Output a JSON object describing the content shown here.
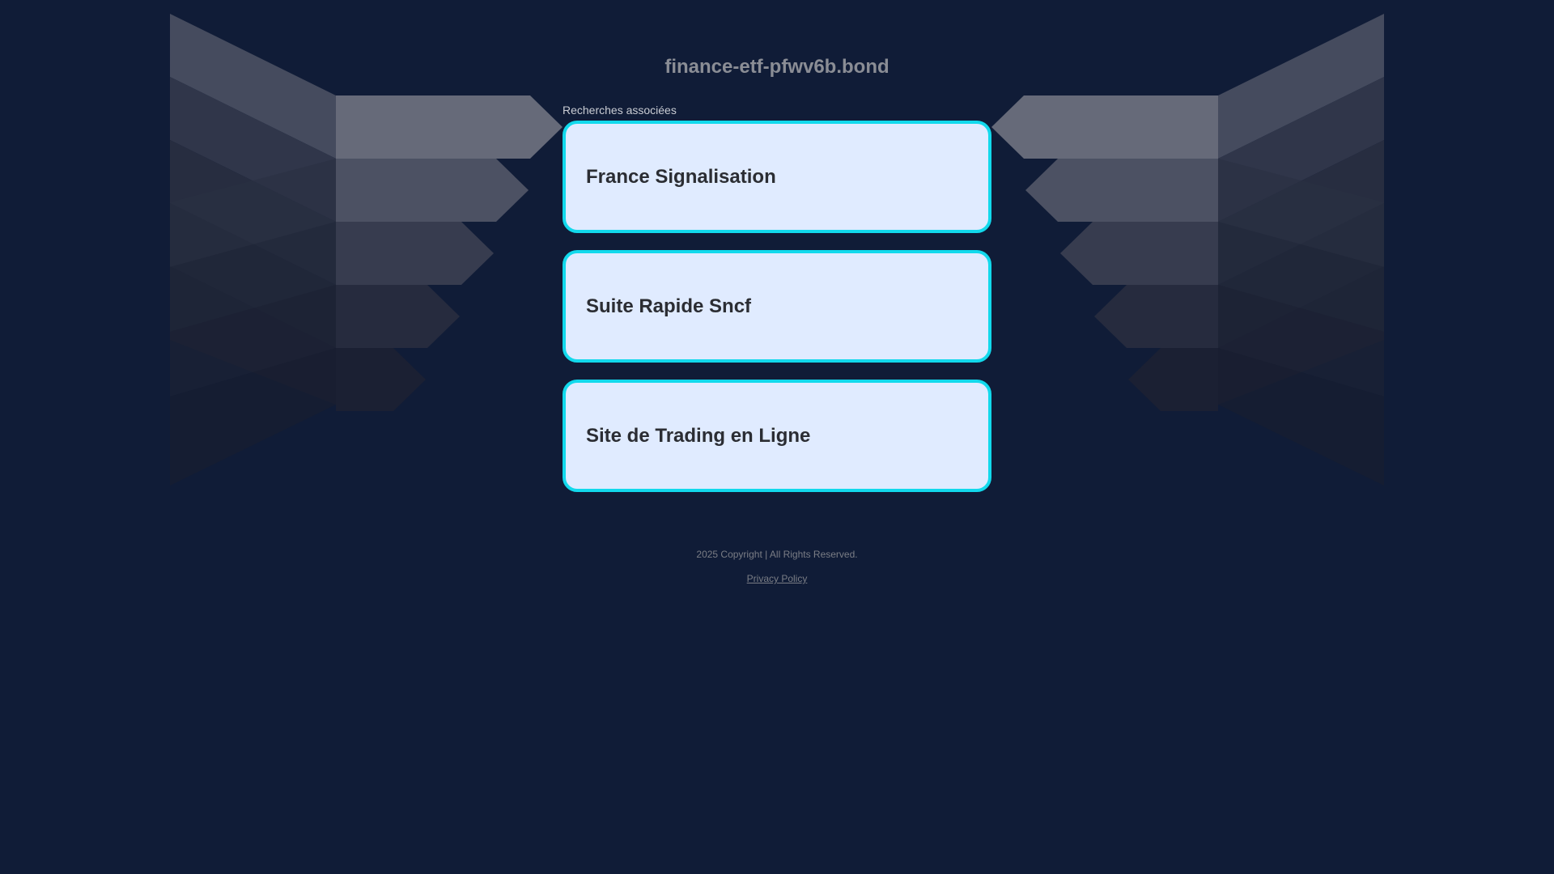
{
  "domain_title": "finance-etf-pfwv6b.bond",
  "related_label": "Recherches associées",
  "cards": [
    {
      "label": "France Signalisation"
    },
    {
      "label": "Suite Rapide Sncf"
    },
    {
      "label": "Site de Trading en Ligne"
    }
  ],
  "footer": {
    "copyright": "2025 Copyright | All Rights Reserved.",
    "privacy_label": "Privacy Policy"
  },
  "colors": {
    "background": "#101c37",
    "card_fill": "#e0ebff",
    "card_border": "#12d9ec",
    "title": "#8a8d95"
  }
}
